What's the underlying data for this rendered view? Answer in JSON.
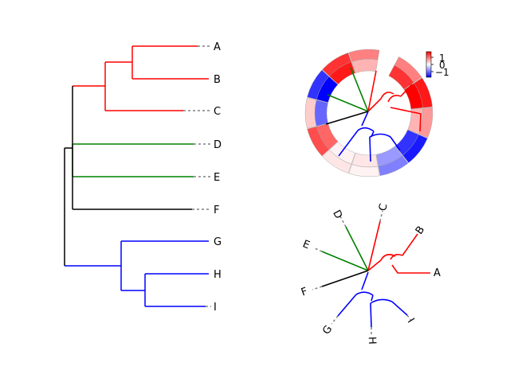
{
  "colors": {
    "clade_red": "#ff0000",
    "clade_green": "#008000",
    "clade_blue": "#0000ff",
    "root": "#000000",
    "leader": "#808080"
  },
  "leaves": [
    "A",
    "B",
    "C",
    "D",
    "E",
    "F",
    "G",
    "H",
    "I"
  ],
  "chart_data": [
    {
      "type": "tree",
      "layout": "rectangular",
      "leaves": [
        "A",
        "B",
        "C",
        "D",
        "E",
        "F",
        "G",
        "H",
        "I"
      ],
      "clades": [
        {
          "members": [
            "A",
            "B",
            "C"
          ],
          "color": "red"
        },
        {
          "members": [
            "D",
            "E"
          ],
          "color": "green"
        },
        {
          "members": [
            "G",
            "H",
            "I"
          ],
          "color": "blue"
        }
      ]
    },
    {
      "type": "tree",
      "layout": "circular",
      "heatmap_ring": true,
      "colorbar": {
        "ticks": [
          "1",
          "0",
          "−1"
        ],
        "cmap": "bwr",
        "range": [
          -1,
          1
        ]
      },
      "ring_values": [
        [
          0.8,
          1.0,
          0.3,
          -0.8,
          -0.4,
          0.1,
          0.05,
          0.6,
          -0.6,
          -1.0,
          0.9,
          0.3
        ],
        [
          0.5,
          0.9,
          0.4,
          -0.9,
          -0.5,
          0.05,
          0.1,
          0.7,
          0.2,
          -0.8,
          0.8,
          0.5
        ]
      ]
    },
    {
      "type": "tree",
      "layout": "circular",
      "leaves": [
        "A",
        "B",
        "C",
        "D",
        "E",
        "F",
        "G",
        "H",
        "I"
      ]
    }
  ]
}
